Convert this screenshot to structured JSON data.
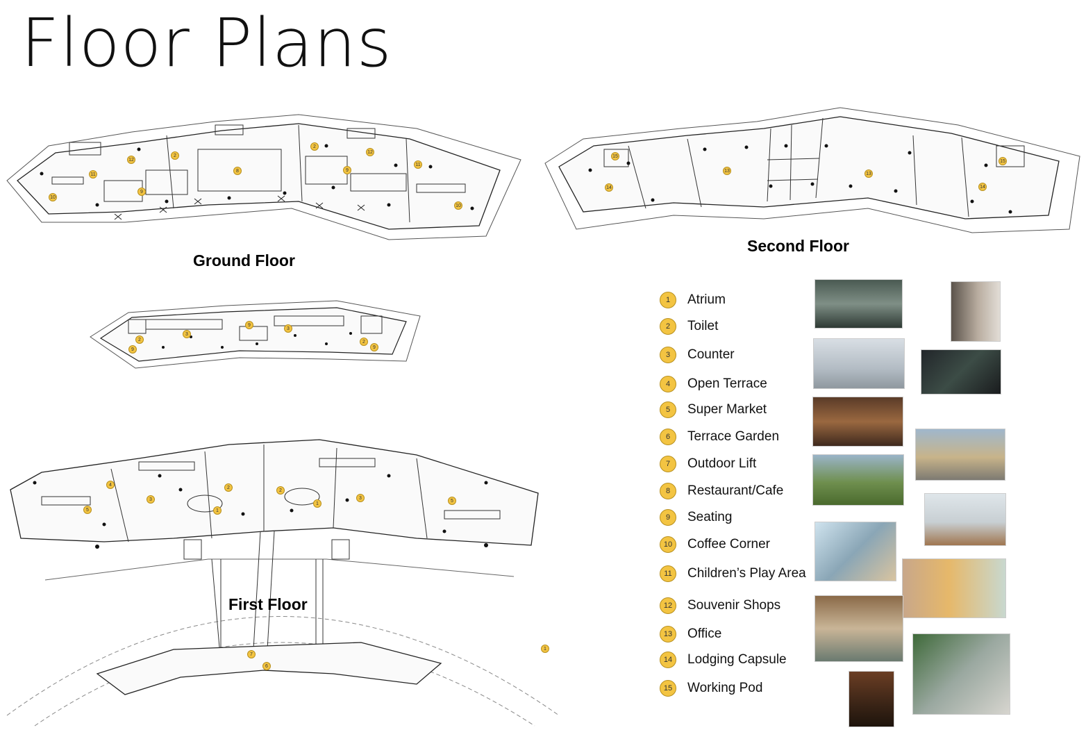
{
  "page": {
    "title": "Floor Plans"
  },
  "plans": {
    "ground_floor": {
      "label": "Ground Floor"
    },
    "first_floor": {
      "label": "First Floor"
    },
    "second_floor": {
      "label": "Second Floor"
    }
  },
  "legend": [
    {
      "num": "1",
      "label": "Atrium"
    },
    {
      "num": "2",
      "label": "Toilet"
    },
    {
      "num": "3",
      "label": "Counter"
    },
    {
      "num": "4",
      "label": "Open Terrace"
    },
    {
      "num": "5",
      "label": "Super Market"
    },
    {
      "num": "6",
      "label": "Terrace Garden"
    },
    {
      "num": "7",
      "label": "Outdoor Lift"
    },
    {
      "num": "8",
      "label": "Restaurant/Cafe"
    },
    {
      "num": "9",
      "label": "Seating"
    },
    {
      "num": "10",
      "label": "Coffee Corner"
    },
    {
      "num": "11",
      "label": "Children’s Play Area"
    },
    {
      "num": "12",
      "label": "Souvenir Shops"
    },
    {
      "num": "13",
      "label": "Office"
    },
    {
      "num": "14",
      "label": "Lodging Capsule"
    },
    {
      "num": "15",
      "label": "Working Pod"
    }
  ],
  "colors": {
    "marker": "#f3c442",
    "marker_border": "#b8901e",
    "line": "#222222"
  }
}
